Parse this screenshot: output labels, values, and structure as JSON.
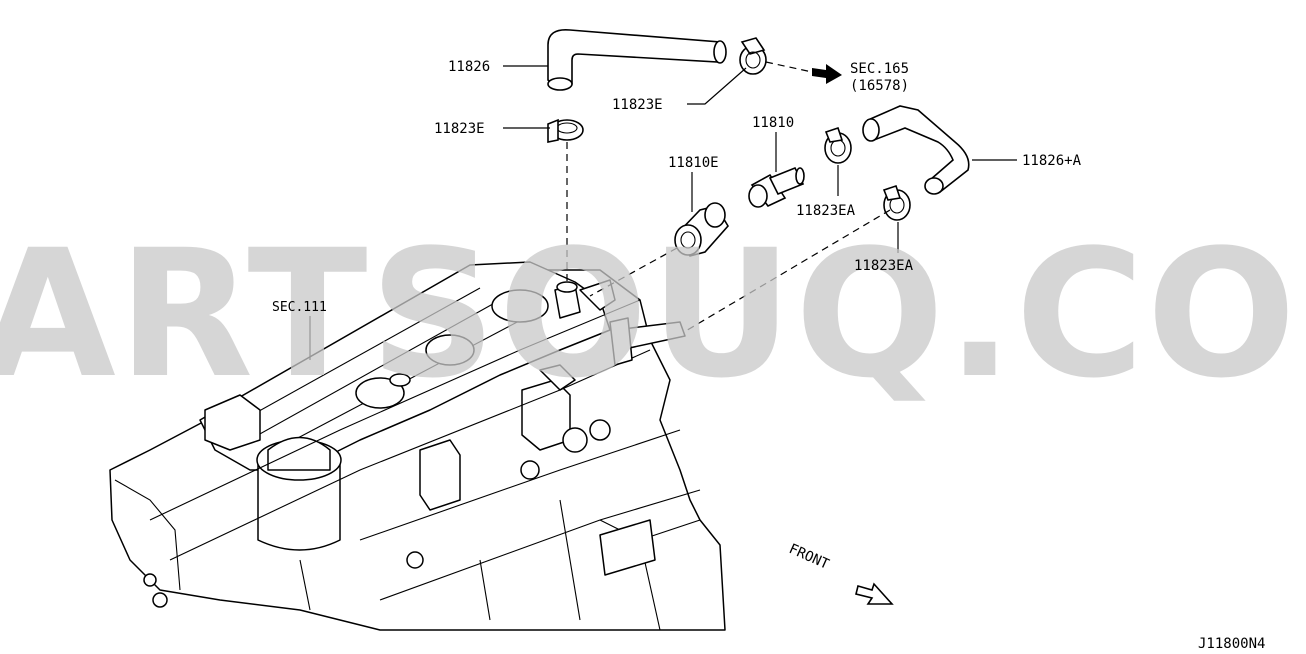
{
  "diagram": {
    "callouts": {
      "hose_top": "11826",
      "clamp_top_right": "11823E",
      "clamp_left": "11823E",
      "valve": "11810",
      "grommet": "11810E",
      "hose_right": "11826+A",
      "clamp_ea_upper": "11823EA",
      "clamp_ea_lower": "11823EA",
      "section_ref_line1": "SEC.165",
      "section_ref_line2": "(16578)",
      "engine_ref": "SEC.111",
      "front_marker": "FRONT"
    },
    "diagram_code": "J11800N4",
    "watermark": "PARTSOUQ.COM"
  }
}
